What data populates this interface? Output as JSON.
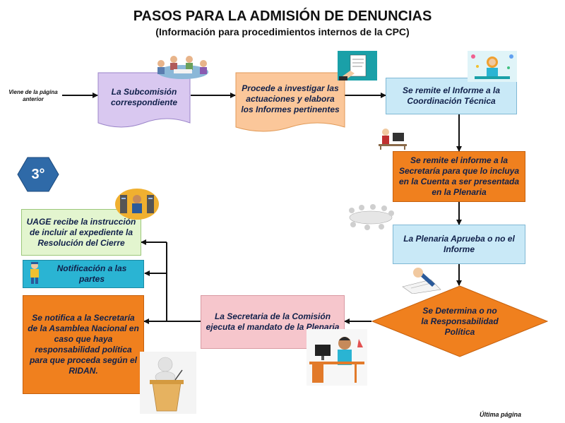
{
  "header": {
    "title": "PASOS PARA LA ADMISIÓN DE DENUNCIAS",
    "subtitle": "(Información para procedimientos internos de la CPC)"
  },
  "step_badge": "3°",
  "incoming_label": "Viene de la página anterior",
  "nodes": {
    "subcomision": "La Subcomisión correspondiente",
    "investigar": "Procede a investigar las actuaciones y elabora los Informes pertinentes",
    "coordinacion": "Se remite el Informe a la Coordinación Técnica",
    "secretaria_cuenta": "Se remite el informe a la Secretaría para que lo incluya en la Cuenta a ser presentada en la Plenaria",
    "plenaria": "La Plenaria Aprueba o no el Informe",
    "determina": "Se Determina o no la Responsabilidad Política",
    "ejecuta": "La Secretaria de la Comisión ejecuta el mandato de la Plenaria",
    "uage": "UAGE recibe la instrucción de incluir al expediente la Resolución del Cierre",
    "notificacion": "Notificación a las partes",
    "asamblea": "Se notifica a la Secretaría de la Asamblea Nacional en caso que haya responsabilidad política para que proceda según el RIDAN."
  },
  "footer": "Última página",
  "colors": {
    "lavender": "#d9c8f0",
    "peach": "#fbc79a",
    "lightblue": "#c9e9f7",
    "orange": "#f0801e",
    "pink": "#f6c6cc",
    "lightgreen": "#e3f5cf",
    "cyan": "#2ab4d3",
    "badge": "#2f6aa8"
  }
}
